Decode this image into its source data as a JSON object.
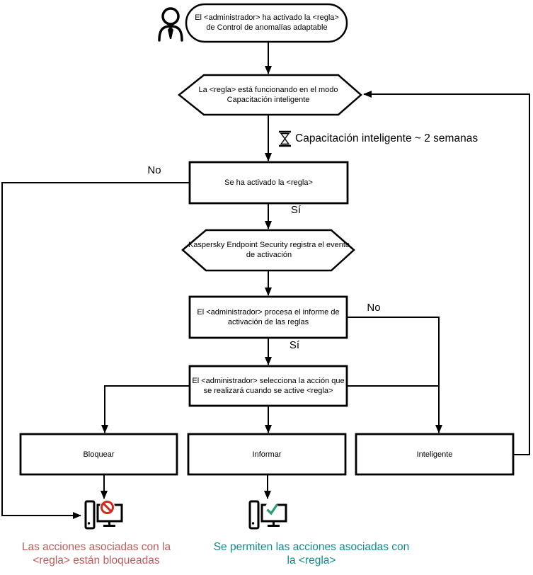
{
  "flow": {
    "admin_activated": {
      "lines": [
        "El <administrador> ha activado la <regla>",
        "de Control de anomalías adaptable"
      ]
    },
    "rule_training_mode": {
      "lines": [
        "La <regla> está funcionando en el modo",
        "Capacitación inteligente"
      ]
    },
    "training_duration": "Capacitación inteligente ~ 2 semanas",
    "rule_triggered": "Se ha activado la <regla>",
    "kes_registers": {
      "lines": [
        "Kaspersky Endpoint Security registra el evento",
        "de activación"
      ]
    },
    "admin_processes": {
      "lines": [
        "El <administrador> procesa el informe de",
        "activación de las reglas"
      ]
    },
    "admin_selects": {
      "lines": [
        "El <administrador> selecciona la acción que",
        "se realizará cuando se active <regla>"
      ]
    },
    "branch_labels": {
      "no_rule_triggered": "No",
      "yes_rule_triggered": "Sí",
      "no_report": "No",
      "yes_report": "Sí"
    },
    "actions": {
      "block": "Bloquear",
      "inform": "Informar",
      "smart": "Inteligente"
    },
    "result_blocked": {
      "lines": [
        "Las acciones asociadas con la",
        "<regla> están bloqueadas"
      ]
    },
    "result_allowed": {
      "lines": [
        "Se permiten las acciones asociadas con",
        "la <regla>"
      ]
    }
  },
  "icons": {
    "administrator": "person-icon",
    "training_timer": "hourglass-icon",
    "blocked_endpoint": "computer-prohibition-icon",
    "allowed_endpoint": "computer-check-icon"
  },
  "colors": {
    "stroke": "#000000",
    "blocked_text": "#c45a5a",
    "allowed_text": "#0e8c8c",
    "prohibition": "#d32a1e",
    "check": "#27a06e"
  }
}
